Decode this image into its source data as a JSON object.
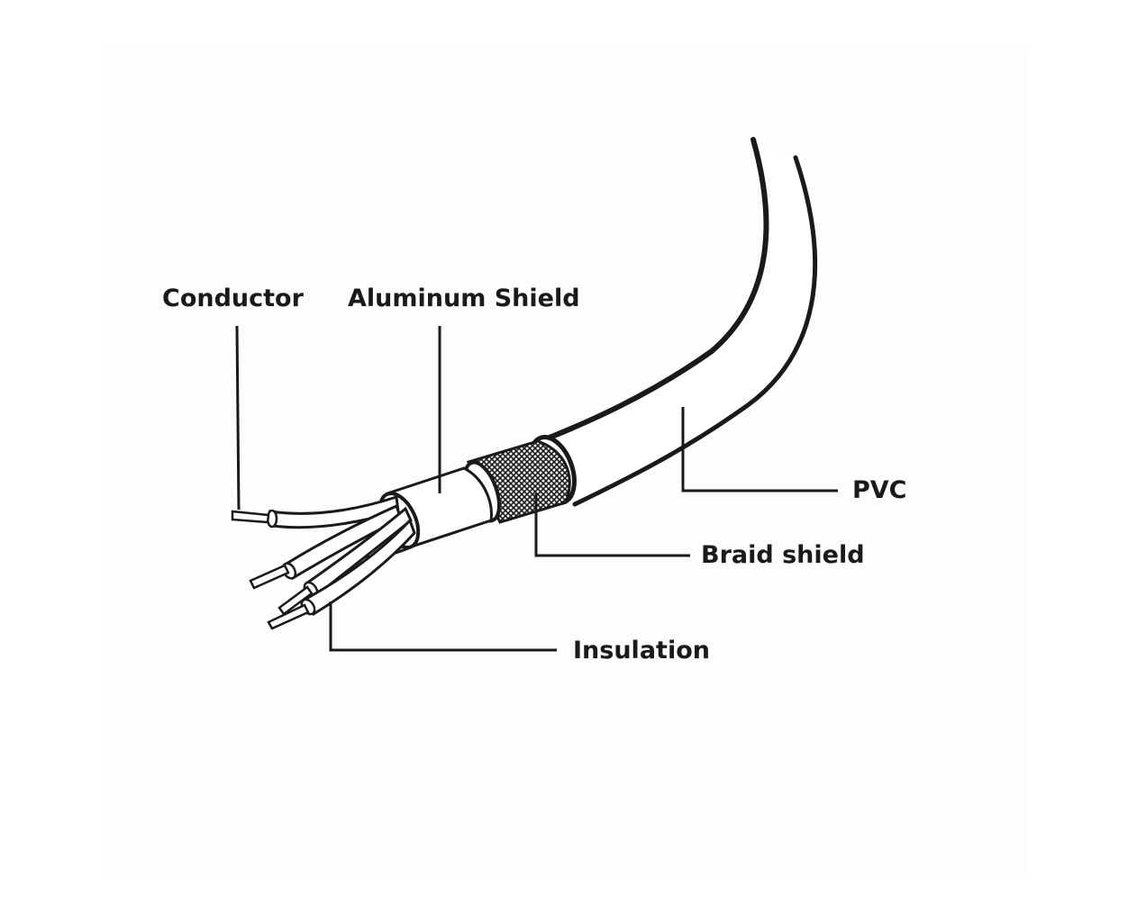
{
  "labels": {
    "conductor": "Conductor",
    "aluminum_shield": "Aluminum Shield",
    "pvc": "PVC",
    "braid_shield": "Braid shield",
    "insulation": "Insulation"
  },
  "colors": {
    "ink": "#1a1a1a",
    "background": "#ffffff",
    "panel": "#fdfdfd"
  }
}
